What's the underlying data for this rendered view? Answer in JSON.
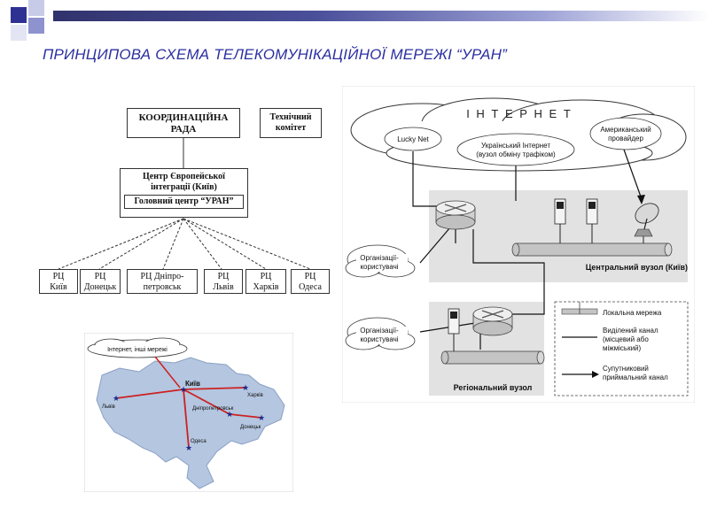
{
  "title": "ПРИНЦИПОВА СХЕМА ТЕЛЕКОМУНІКАЦІЙНОЇ МЕРЕЖІ “УРАН”",
  "colors": {
    "accent": "#2b2fa0",
    "bar": "#30336b"
  },
  "org": {
    "coord_council": "КООРДИНАЦІЙНА РАДА",
    "tech_committee": "Технічний комітет",
    "center": "Центр Європейської інтеграції (Київ)",
    "head_center": "Головний центр “УРАН”",
    "rc": [
      {
        "line1": "РЦ",
        "line2": "Київ"
      },
      {
        "line1": "РЦ",
        "line2": "Донецьк"
      },
      {
        "line1": "РЦ Дніпро-",
        "line2": "петровськ"
      },
      {
        "line1": "РЦ",
        "line2": "Львів"
      },
      {
        "line1": "РЦ",
        "line2": "Харків"
      },
      {
        "line1": "РЦ",
        "line2": "Одеса"
      }
    ]
  },
  "map": {
    "cloud": "Інтернет, інші мережі",
    "cities": [
      "Київ",
      "Харків",
      "Львів",
      "Дніпропетровськ",
      "Донецьк",
      "Одеса"
    ]
  },
  "net": {
    "internet": "І Н Т Е Р Н Е Т",
    "lucky": "Lucky Net",
    "ua_internet_1": "Український Інтернет",
    "ua_internet_2": "(вузол обміну трафіком)",
    "am_1": "Американський",
    "am_2": "провайдер",
    "org_1a": "Організації-",
    "org_1b": "користувачі",
    "org_2a": "Організації-",
    "org_2b": "користувачі",
    "central": "Центральний вузол (Київ)",
    "regional": "Регіональний вузол",
    "legend": {
      "lan": "Локальна мережа",
      "leased_1": "Виділений канал",
      "leased_2": "(місцевий або",
      "leased_3": "міжміський)",
      "sat_1": "Супутниковий",
      "sat_2": "приймальний канал"
    }
  }
}
